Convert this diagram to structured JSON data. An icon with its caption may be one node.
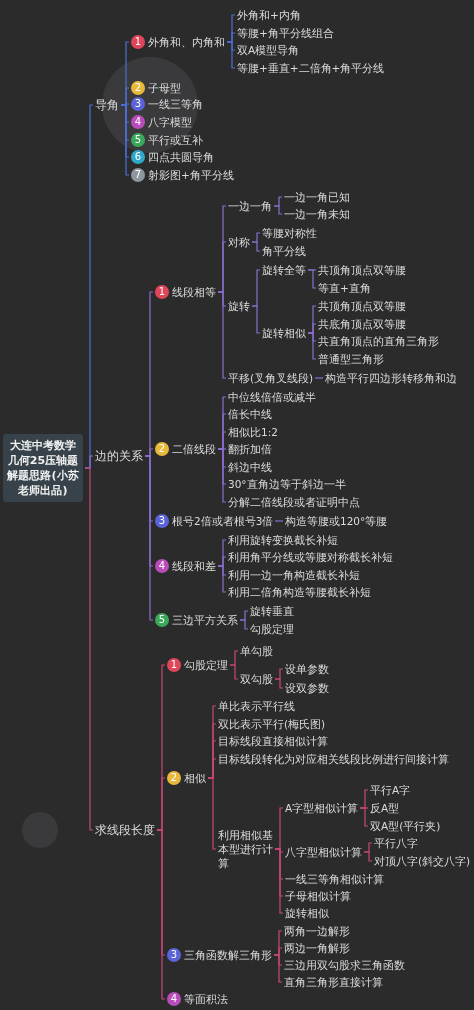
{
  "diagram": {
    "nodes": [
      {
        "text": [
          "大连中考数学几何25压轴题解题思路(小苏老师出品)"
        ]
      },
      {
        "text": [
          "导角"
        ]
      },
      {
        "text": [
          "1",
          "外角和、内角和"
        ]
      },
      {
        "text": [
          "外角和+内角"
        ]
      },
      {
        "text": [
          "等腰+角平分线组合"
        ]
      },
      {
        "text": [
          "双A模型导角"
        ]
      },
      {
        "text": [
          "等腰+垂直+二倍角+角平分线"
        ]
      },
      {
        "text": [
          "2",
          "子母型"
        ]
      },
      {
        "text": [
          "3",
          "一线三等角"
        ]
      },
      {
        "text": [
          "4",
          "八字模型"
        ]
      },
      {
        "text": [
          "5",
          "平行或互补"
        ]
      },
      {
        "text": [
          "6",
          "四点共圆导角"
        ]
      },
      {
        "text": [
          "7",
          "射影图+角平分线"
        ]
      },
      {
        "text": [
          "边的关系"
        ]
      },
      {
        "text": [
          "1",
          "线段相等"
        ]
      },
      {
        "text": [
          "一边一角"
        ]
      },
      {
        "text": [
          "一边一角已知"
        ]
      },
      {
        "text": [
          "一边一角未知"
        ]
      },
      {
        "text": [
          "对称"
        ]
      },
      {
        "text": [
          "等腰对称性"
        ]
      },
      {
        "text": [
          "角平分线"
        ]
      },
      {
        "text": [
          "旋转"
        ]
      },
      {
        "text": [
          "旋转全等"
        ]
      },
      {
        "text": [
          "共顶角顶点双等腰"
        ]
      },
      {
        "text": [
          "等直+直角"
        ]
      },
      {
        "text": [
          "旋转相似"
        ]
      },
      {
        "text": [
          "共顶角顶点双等腰"
        ]
      },
      {
        "text": [
          "共底角顶点双等腰"
        ]
      },
      {
        "text": [
          "共直角顶点的直角三角形"
        ]
      },
      {
        "text": [
          "普通型三角形"
        ]
      },
      {
        "text": [
          "平移(叉角叉线段)"
        ]
      },
      {
        "text": [
          "构造平行四边形转移角和边"
        ]
      },
      {
        "text": [
          "2",
          "二倍线段"
        ]
      },
      {
        "text": [
          "中位线倍倍或减半"
        ]
      },
      {
        "text": [
          "倍长中线"
        ]
      },
      {
        "text": [
          "相似比1:2"
        ]
      },
      {
        "text": [
          "翻折加倍"
        ]
      },
      {
        "text": [
          "斜边中线"
        ]
      },
      {
        "text": [
          "30°直角边等于斜边一半"
        ]
      },
      {
        "text": [
          "分解二倍线段或者证明中点"
        ]
      },
      {
        "text": [
          "3",
          "根号2倍或者根号3倍"
        ]
      },
      {
        "text": [
          "构造等腰或120°等腰"
        ]
      },
      {
        "text": [
          "4",
          "线段和差"
        ]
      },
      {
        "text": [
          "利用旋转变换截长补短"
        ]
      },
      {
        "text": [
          "利用角平分线或等腰对称截长补短"
        ]
      },
      {
        "text": [
          "利用一边一角构造截长补短"
        ]
      },
      {
        "text": [
          "利用二倍角构造等腰截长补短"
        ]
      },
      {
        "text": [
          "5",
          "三边平方关系"
        ]
      },
      {
        "text": [
          "旋转垂直"
        ]
      },
      {
        "text": [
          "勾股定理"
        ]
      },
      {
        "text": [
          "求线段长度"
        ]
      },
      {
        "text": [
          "1",
          "勾股定理"
        ]
      },
      {
        "text": [
          "单勾股"
        ]
      },
      {
        "text": [
          "双勾股"
        ]
      },
      {
        "text": [
          "设单参数"
        ]
      },
      {
        "text": [
          "设双参数"
        ]
      },
      {
        "text": [
          "2",
          "相似"
        ]
      },
      {
        "text": [
          "单比表示平行线"
        ]
      },
      {
        "text": [
          "双比表示平行(梅氏图)"
        ]
      },
      {
        "text": [
          "目标线段直接相似计算"
        ]
      },
      {
        "text": [
          "目标线段转化为对应相关线段比例进行间接计算"
        ]
      },
      {
        "text": [
          "利用相似基本型进行计算"
        ]
      },
      {
        "text": [
          "A字型相似计算"
        ]
      },
      {
        "text": [
          "平行A字"
        ]
      },
      {
        "text": [
          "反A型"
        ]
      },
      {
        "text": [
          "双A型(平行夹)"
        ]
      },
      {
        "text": [
          "八字型相似计算"
        ]
      },
      {
        "text": [
          "平行八字"
        ]
      },
      {
        "text": [
          "对顶八字(斜交八字)"
        ]
      },
      {
        "text": [
          "一线三等角相似计算"
        ]
      },
      {
        "text": [
          "子母相似计算"
        ]
      },
      {
        "text": [
          "旋转相似"
        ]
      },
      {
        "text": [
          "3",
          "三角函数解三角形"
        ]
      },
      {
        "text": [
          "两角一边解形"
        ]
      },
      {
        "text": [
          "两边一角解形"
        ]
      },
      {
        "text": [
          "三边用双勾股求三角函数"
        ]
      },
      {
        "text": [
          "直角三角形直接计算"
        ]
      },
      {
        "text": [
          "4",
          "等面积法"
        ]
      }
    ],
    "edges": [
      {
        "from": 0,
        "to": 1,
        "arrow": "none",
        "color": "#4a6fd8"
      },
      {
        "from": 1,
        "to": 2,
        "arrow": "none",
        "color": "#4a6fd8"
      },
      {
        "from": 2,
        "to": 3,
        "arrow": "none",
        "color": "#4a6fd8"
      },
      {
        "from": 2,
        "to": 4,
        "arrow": "none",
        "color": "#4a6fd8"
      },
      {
        "from": 2,
        "to": 5,
        "arrow": "none",
        "color": "#4a6fd8"
      },
      {
        "from": 2,
        "to": 6,
        "arrow": "none",
        "color": "#4a6fd8"
      },
      {
        "from": 1,
        "to": 7,
        "arrow": "none",
        "color": "#4a6fd8"
      },
      {
        "from": 1,
        "to": 8,
        "arrow": "none",
        "color": "#4a6fd8"
      },
      {
        "from": 1,
        "to": 9,
        "arrow": "none",
        "color": "#4a6fd8"
      },
      {
        "from": 1,
        "to": 10,
        "arrow": "none",
        "color": "#4a6fd8"
      },
      {
        "from": 1,
        "to": 11,
        "arrow": "none",
        "color": "#4a6fd8"
      },
      {
        "from": 1,
        "to": 12,
        "arrow": "none",
        "color": "#4a6fd8"
      },
      {
        "from": 0,
        "to": 13,
        "arrow": "none",
        "color": "#8a6fd0"
      },
      {
        "from": 13,
        "to": 14,
        "arrow": "none",
        "color": "#8a6fd0"
      },
      {
        "from": 14,
        "to": 15,
        "arrow": "none",
        "color": "#8a6fd0"
      },
      {
        "from": 15,
        "to": 16,
        "arrow": "none",
        "color": "#8a6fd0"
      },
      {
        "from": 15,
        "to": 17,
        "arrow": "none",
        "color": "#8a6fd0"
      },
      {
        "from": 14,
        "to": 18,
        "arrow": "none",
        "color": "#8a6fd0"
      },
      {
        "from": 18,
        "to": 19,
        "arrow": "none",
        "color": "#8a6fd0"
      },
      {
        "from": 18,
        "to": 20,
        "arrow": "none",
        "color": "#8a6fd0"
      },
      {
        "from": 14,
        "to": 21,
        "arrow": "none",
        "color": "#8a6fd0"
      },
      {
        "from": 21,
        "to": 22,
        "arrow": "none",
        "color": "#8a6fd0"
      },
      {
        "from": 22,
        "to": 23,
        "arrow": "none",
        "color": "#8a6fd0"
      },
      {
        "from": 22,
        "to": 24,
        "arrow": "none",
        "color": "#8a6fd0"
      },
      {
        "from": 21,
        "to": 25,
        "arrow": "none",
        "color": "#8a6fd0"
      },
      {
        "from": 25,
        "to": 26,
        "arrow": "none",
        "color": "#8a6fd0"
      },
      {
        "from": 25,
        "to": 27,
        "arrow": "none",
        "color": "#8a6fd0"
      },
      {
        "from": 25,
        "to": 28,
        "arrow": "none",
        "color": "#8a6fd0"
      },
      {
        "from": 25,
        "to": 29,
        "arrow": "none",
        "color": "#8a6fd0"
      },
      {
        "from": 14,
        "to": 30,
        "arrow": "none",
        "color": "#8a6fd0"
      },
      {
        "from": 30,
        "to": 31,
        "arrow": "none",
        "color": "#8a6fd0"
      },
      {
        "from": 13,
        "to": 32,
        "arrow": "none",
        "color": "#8a6fd0"
      },
      {
        "from": 32,
        "to": 33,
        "arrow": "none",
        "color": "#8a6fd0"
      },
      {
        "from": 32,
        "to": 34,
        "arrow": "none",
        "color": "#8a6fd0"
      },
      {
        "from": 32,
        "to": 35,
        "arrow": "none",
        "color": "#8a6fd0"
      },
      {
        "from": 32,
        "to": 36,
        "arrow": "none",
        "color": "#8a6fd0"
      },
      {
        "from": 32,
        "to": 37,
        "arrow": "none",
        "color": "#8a6fd0"
      },
      {
        "from": 32,
        "to": 38,
        "arrow": "none",
        "color": "#8a6fd0"
      },
      {
        "from": 32,
        "to": 39,
        "arrow": "none",
        "color": "#8a6fd0"
      },
      {
        "from": 13,
        "to": 40,
        "arrow": "none",
        "color": "#8a6fd0"
      },
      {
        "from": 40,
        "to": 41,
        "arrow": "none",
        "color": "#8a6fd0"
      },
      {
        "from": 13,
        "to": 42,
        "arrow": "none",
        "color": "#8a6fd0"
      },
      {
        "from": 42,
        "to": 43,
        "arrow": "none",
        "color": "#8a6fd0"
      },
      {
        "from": 42,
        "to": 44,
        "arrow": "none",
        "color": "#8a6fd0"
      },
      {
        "from": 42,
        "to": 45,
        "arrow": "none",
        "color": "#8a6fd0"
      },
      {
        "from": 42,
        "to": 46,
        "arrow": "none",
        "color": "#8a6fd0"
      },
      {
        "from": 13,
        "to": 47,
        "arrow": "none",
        "color": "#8a6fd0"
      },
      {
        "from": 47,
        "to": 48,
        "arrow": "none",
        "color": "#8a6fd0"
      },
      {
        "from": 47,
        "to": 49,
        "arrow": "none",
        "color": "#8a6fd0"
      },
      {
        "from": 0,
        "to": 50,
        "arrow": "none",
        "color": "#c8467a"
      },
      {
        "from": 50,
        "to": 51,
        "arrow": "none",
        "color": "#c8467a"
      },
      {
        "from": 51,
        "to": 52,
        "arrow": "none",
        "color": "#c8467a"
      },
      {
        "from": 51,
        "to": 53,
        "arrow": "none",
        "color": "#c8467a"
      },
      {
        "from": 53,
        "to": 54,
        "arrow": "none",
        "color": "#c8467a"
      },
      {
        "from": 53,
        "to": 55,
        "arrow": "none",
        "color": "#c8467a"
      },
      {
        "from": 50,
        "to": 56,
        "arrow": "none",
        "color": "#c8467a"
      },
      {
        "from": 56,
        "to": 57,
        "arrow": "none",
        "color": "#c8467a"
      },
      {
        "from": 56,
        "to": 58,
        "arrow": "none",
        "color": "#c8467a"
      },
      {
        "from": 56,
        "to": 59,
        "arrow": "none",
        "color": "#c8467a"
      },
      {
        "from": 56,
        "to": 60,
        "arrow": "none",
        "color": "#c8467a"
      },
      {
        "from": 56,
        "to": 61,
        "arrow": "none",
        "color": "#c8467a"
      },
      {
        "from": 61,
        "to": 62,
        "arrow": "none",
        "color": "#c8467a"
      },
      {
        "from": 62,
        "to": 63,
        "arrow": "none",
        "color": "#c8467a"
      },
      {
        "from": 62,
        "to": 64,
        "arrow": "none",
        "color": "#c8467a"
      },
      {
        "from": 62,
        "to": 65,
        "arrow": "none",
        "color": "#c8467a"
      },
      {
        "from": 61,
        "to": 66,
        "arrow": "none",
        "color": "#c8467a"
      },
      {
        "from": 66,
        "to": 67,
        "arrow": "none",
        "color": "#c8467a"
      },
      {
        "from": 66,
        "to": 68,
        "arrow": "none",
        "color": "#c8467a"
      },
      {
        "from": 61,
        "to": 69,
        "arrow": "none",
        "color": "#c8467a"
      },
      {
        "from": 61,
        "to": 70,
        "arrow": "none",
        "color": "#c8467a"
      },
      {
        "from": 61,
        "to": 71,
        "arrow": "none",
        "color": "#c8467a"
      },
      {
        "from": 50,
        "to": 72,
        "arrow": "none",
        "color": "#c8467a"
      },
      {
        "from": 72,
        "to": 73,
        "arrow": "none",
        "color": "#c8467a"
      },
      {
        "from": 72,
        "to": 74,
        "arrow": "none",
        "color": "#c8467a"
      },
      {
        "from": 72,
        "to": 75,
        "arrow": "none",
        "color": "#c8467a"
      },
      {
        "from": 72,
        "to": 76,
        "arrow": "none",
        "color": "#c8467a"
      },
      {
        "from": 50,
        "to": 77,
        "arrow": "none",
        "color": "#c8467a"
      }
    ]
  }
}
